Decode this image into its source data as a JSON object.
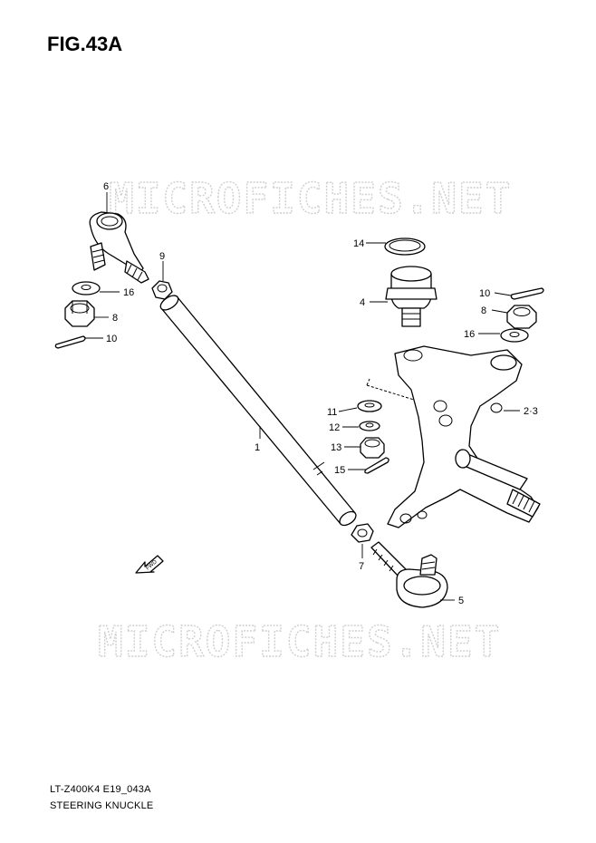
{
  "figure": {
    "title": "FIG.43A",
    "model_code": "LT-Z400K4 E19_043A",
    "section_name": "STEERING KNUCKLE"
  },
  "watermark": {
    "text": "MICROFICHES.NET"
  },
  "fwd_arrow": {
    "label": "FWD"
  },
  "callouts": [
    {
      "id": "c1",
      "label": "1"
    },
    {
      "id": "c2",
      "label": "2·3"
    },
    {
      "id": "c4",
      "label": "4"
    },
    {
      "id": "c5",
      "label": "5"
    },
    {
      "id": "c6",
      "label": "6"
    },
    {
      "id": "c7",
      "label": "7"
    },
    {
      "id": "c8a",
      "label": "8"
    },
    {
      "id": "c8b",
      "label": "8"
    },
    {
      "id": "c9",
      "label": "9"
    },
    {
      "id": "c10a",
      "label": "10"
    },
    {
      "id": "c10b",
      "label": "10"
    },
    {
      "id": "c11",
      "label": "11"
    },
    {
      "id": "c12",
      "label": "12"
    },
    {
      "id": "c13",
      "label": "13"
    },
    {
      "id": "c14",
      "label": "14"
    },
    {
      "id": "c15",
      "label": "15"
    },
    {
      "id": "c16a",
      "label": "16"
    },
    {
      "id": "c16b",
      "label": "16"
    }
  ]
}
